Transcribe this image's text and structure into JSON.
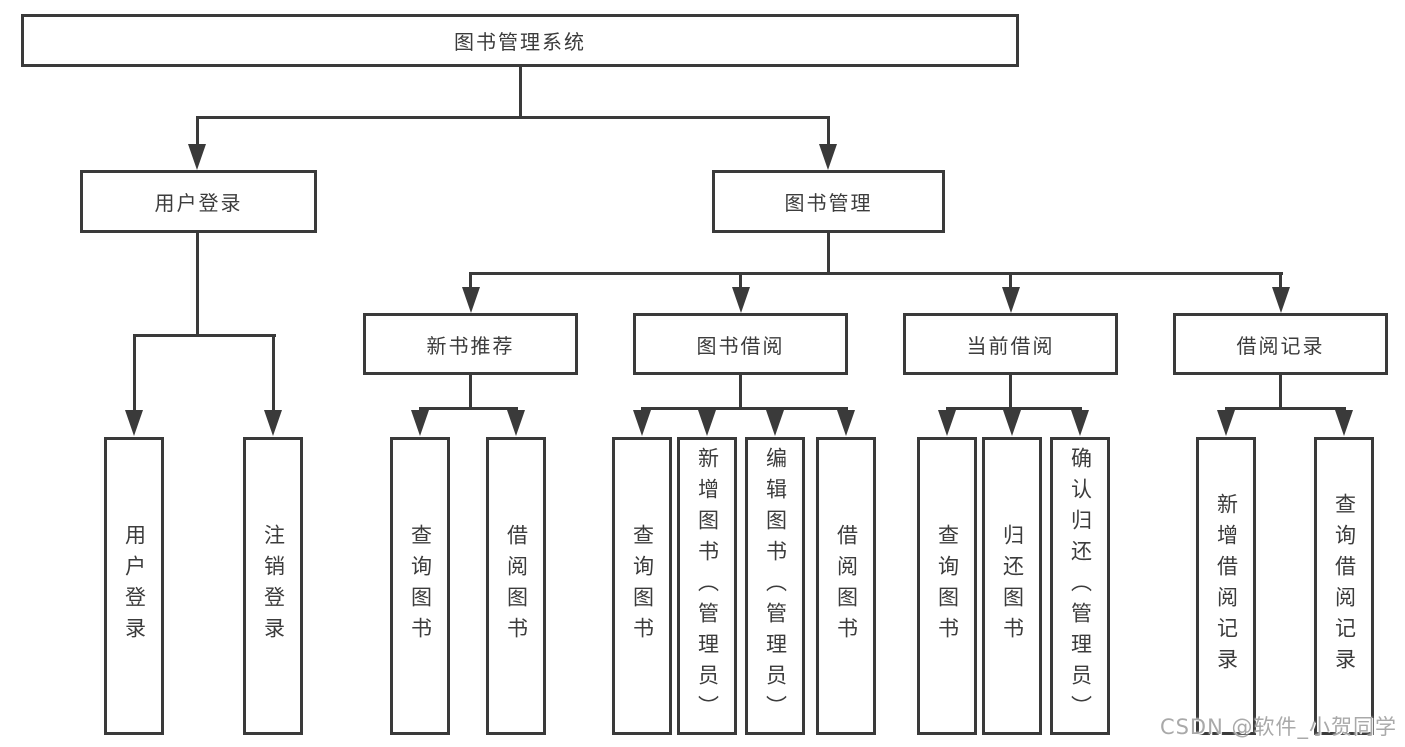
{
  "diagram": {
    "title": "图书管理系统",
    "root": {
      "label": "图书管理系统"
    },
    "level2": [
      {
        "label": "用户登录"
      },
      {
        "label": "图书管理"
      }
    ],
    "level3": [
      {
        "label": "新书推荐"
      },
      {
        "label": "图书借阅"
      },
      {
        "label": "当前借阅"
      },
      {
        "label": "借阅记录"
      }
    ],
    "leaves": [
      {
        "label": "用户登录"
      },
      {
        "label": "注销登录"
      },
      {
        "label": "查询图书"
      },
      {
        "label": "借阅图书"
      },
      {
        "label": "查询图书"
      },
      {
        "label": "新增图书（管理员）"
      },
      {
        "label": "编辑图书（管理员）"
      },
      {
        "label": "借阅图书"
      },
      {
        "label": "查询图书"
      },
      {
        "label": "归还图书"
      },
      {
        "label": "确认归还（管理员）"
      },
      {
        "label": "新增借阅记录"
      },
      {
        "label": "查询借阅记录"
      }
    ]
  },
  "watermark": {
    "text": "CSDN @软件_小贺同学"
  },
  "colors": {
    "line": "#3a3a3a",
    "text": "#3c3c3c",
    "background": "#ffffff",
    "watermark": "#a9a9a9"
  }
}
